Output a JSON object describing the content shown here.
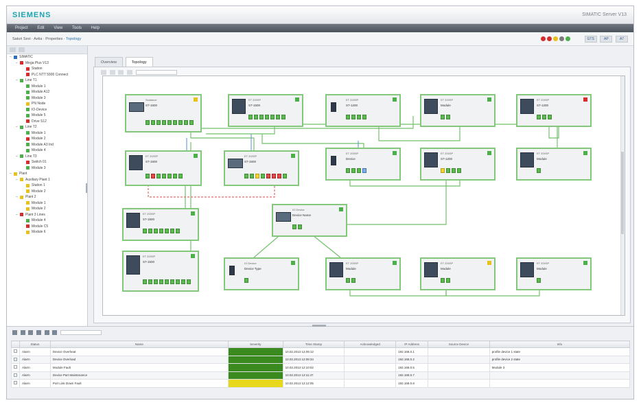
{
  "window": {
    "brand": "SIEMENS",
    "title": "SIMATIC Server V13"
  },
  "menu": [
    "Project",
    "Edit",
    "View",
    "Tools",
    "Help"
  ],
  "breadcrumb": {
    "path": "Saturi Sevi  ·  Aelia  ·  Properties  ·",
    "current": "Topology"
  },
  "status_colors": [
    "#d62c2c",
    "#d62c2c",
    "#e8c21c",
    "#7a7a7a",
    "#4bb04a"
  ],
  "toolbar_icons": [
    "GTS",
    "AP",
    "A7"
  ],
  "tree": [
    {
      "level": 0,
      "status": "#2f6fbf",
      "label": "SIMATIC"
    },
    {
      "level": 1,
      "status": "#d62c2c",
      "label": "Mega Plus V13"
    },
    {
      "level": 2,
      "status": "#d62c2c",
      "label": "Station"
    },
    {
      "level": 2,
      "status": "#d62c2c",
      "label": "PLC NTT 5900 Connect"
    },
    {
      "level": 1,
      "status": "#4bb04a",
      "label": "Line T1"
    },
    {
      "level": 2,
      "status": "#4bb04a",
      "label": "Module 1"
    },
    {
      "level": 2,
      "status": "#4bb04a",
      "label": "Module A12"
    },
    {
      "level": 2,
      "status": "#4bb04a",
      "label": "Module 3"
    },
    {
      "level": 2,
      "status": "#e8c21c",
      "label": "PN Node"
    },
    {
      "level": 2,
      "status": "#4bb04a",
      "label": "IO-Device"
    },
    {
      "level": 2,
      "status": "#4bb04a",
      "label": "Module 5"
    },
    {
      "level": 2,
      "status": "#d62c2c",
      "label": "Drive S12"
    },
    {
      "level": 1,
      "status": "#4bb04a",
      "label": "Line T2"
    },
    {
      "level": 2,
      "status": "#4bb04a",
      "label": "Module 1"
    },
    {
      "level": 2,
      "status": "#d62c2c",
      "label": "Module 2"
    },
    {
      "level": 2,
      "status": "#4bb04a",
      "label": "Module A3 Ind"
    },
    {
      "level": 2,
      "status": "#4bb04a",
      "label": "Module 4"
    },
    {
      "level": 1,
      "status": "#4bb04a",
      "label": "Line T3"
    },
    {
      "level": 2,
      "status": "#d62c2c",
      "label": "Switch 01"
    },
    {
      "level": 2,
      "status": "#4bb04a",
      "label": "Module 3"
    },
    {
      "level": 0,
      "status": "#e8c21c",
      "label": "Plant"
    },
    {
      "level": 1,
      "status": "#e8c21c",
      "label": "Auxiliary Plant 1"
    },
    {
      "level": 2,
      "status": "#e8c21c",
      "label": "Station 1"
    },
    {
      "level": 2,
      "status": "#e8c21c",
      "label": "Module 2"
    },
    {
      "level": 1,
      "status": "#e8c21c",
      "label": "Plant 2"
    },
    {
      "level": 2,
      "status": "#e8c21c",
      "label": "Module 1"
    },
    {
      "level": 2,
      "status": "#e8c21c",
      "label": "Module 2"
    },
    {
      "level": 1,
      "status": "#d62c2c",
      "label": "Plant 3 Lines"
    },
    {
      "level": 2,
      "status": "#4bb04a",
      "label": "Module 4"
    },
    {
      "level": 2,
      "status": "#d62c2c",
      "label": "Module C5"
    },
    {
      "level": 2,
      "status": "#e8c21c",
      "label": "Module 6"
    }
  ],
  "tabs": [
    "Overview",
    "Topology"
  ],
  "devices": [
    {
      "id": "d1",
      "type": "Scalance",
      "name": "S7-1500",
      "status": "#e8c21c"
    },
    {
      "id": "d2",
      "type": "ET 200SP",
      "name": "S7-1500",
      "status": "#4bb04a"
    },
    {
      "id": "d3",
      "type": "ET 200SP",
      "name": "S7-1200",
      "status": "#4bb04a"
    },
    {
      "id": "d4",
      "type": "ET 200SP",
      "name": "Module",
      "status": "#4bb04a"
    },
    {
      "id": "d5",
      "type": "ET 200SP",
      "name": "S7-1200",
      "status": "#d62c2c"
    },
    {
      "id": "d6",
      "type": "ET 200SP",
      "name": "S7-1500",
      "status": "#4bb04a"
    },
    {
      "id": "d7",
      "type": "ET 200SP",
      "name": "S7-1500",
      "status": "#4bb04a"
    },
    {
      "id": "d8",
      "type": "ET 200SP",
      "name": "Device",
      "status": "#4bb04a"
    },
    {
      "id": "d9",
      "type": "ET 200SP",
      "name": "S7-1200",
      "status": "#4bb04a"
    },
    {
      "id": "d10",
      "type": "ET 200SP",
      "name": "Module",
      "status": "#4bb04a"
    },
    {
      "id": "d11",
      "type": "ET 200SP",
      "name": "S7-1500",
      "status": "#4bb04a"
    },
    {
      "id": "d12",
      "type": "IO Device",
      "name": "Device Name",
      "status": "#4bb04a"
    },
    {
      "id": "d13",
      "type": "ET 200SP",
      "name": "S7-1500",
      "status": "#4bb04a"
    },
    {
      "id": "d14",
      "type": "IO Device",
      "name": "Device Type",
      "status": "#4bb04a"
    },
    {
      "id": "d15",
      "type": "ET 200SP",
      "name": "Module",
      "status": "#4bb04a"
    },
    {
      "id": "d16",
      "type": "ET 200SP",
      "name": "Module",
      "status": "#e8c21c"
    },
    {
      "id": "d17",
      "type": "ET 200SP",
      "name": "Module",
      "status": "#4bb04a"
    }
  ],
  "alarms": {
    "columns": [
      "",
      "Status",
      "Name",
      "Severity",
      "Time Stamp",
      "Acknowledged",
      "IP Address",
      "Source Device",
      "Info"
    ],
    "rows": [
      {
        "status": "Alarm",
        "name": "Device Overheat",
        "severity_color": "#3b8a1f",
        "time": "10.02.2013  12:09:12",
        "ack": "",
        "ip": "192.168.0.1",
        "device": "",
        "info": "profile device 1 state"
      },
      {
        "status": "Alarm",
        "name": "Device Overload",
        "severity_color": "#3b8a1f",
        "time": "10.02.2013  12:09:34",
        "ack": "",
        "ip": "192.168.0.2",
        "device": "",
        "info": "profile device 2 state"
      },
      {
        "status": "Alarm",
        "name": "Module Fault",
        "severity_color": "#3b8a1f",
        "time": "10.02.2013  12:10:02",
        "ack": "",
        "ip": "192.168.0.5",
        "device": "",
        "info": "Module 3"
      },
      {
        "status": "Alarm",
        "name": "Device Part Maintenance",
        "severity_color": "#3b8a1f",
        "time": "10.02.2013  12:11:47",
        "ack": "",
        "ip": "192.168.0.7",
        "device": "",
        "info": ""
      },
      {
        "status": "Alarm",
        "name": "Port Link Down Fault",
        "severity_color": "#e8d81c",
        "time": "10.02.2013  12:12:05",
        "ack": "",
        "ip": "192.168.0.8",
        "device": "",
        "info": ""
      }
    ]
  }
}
